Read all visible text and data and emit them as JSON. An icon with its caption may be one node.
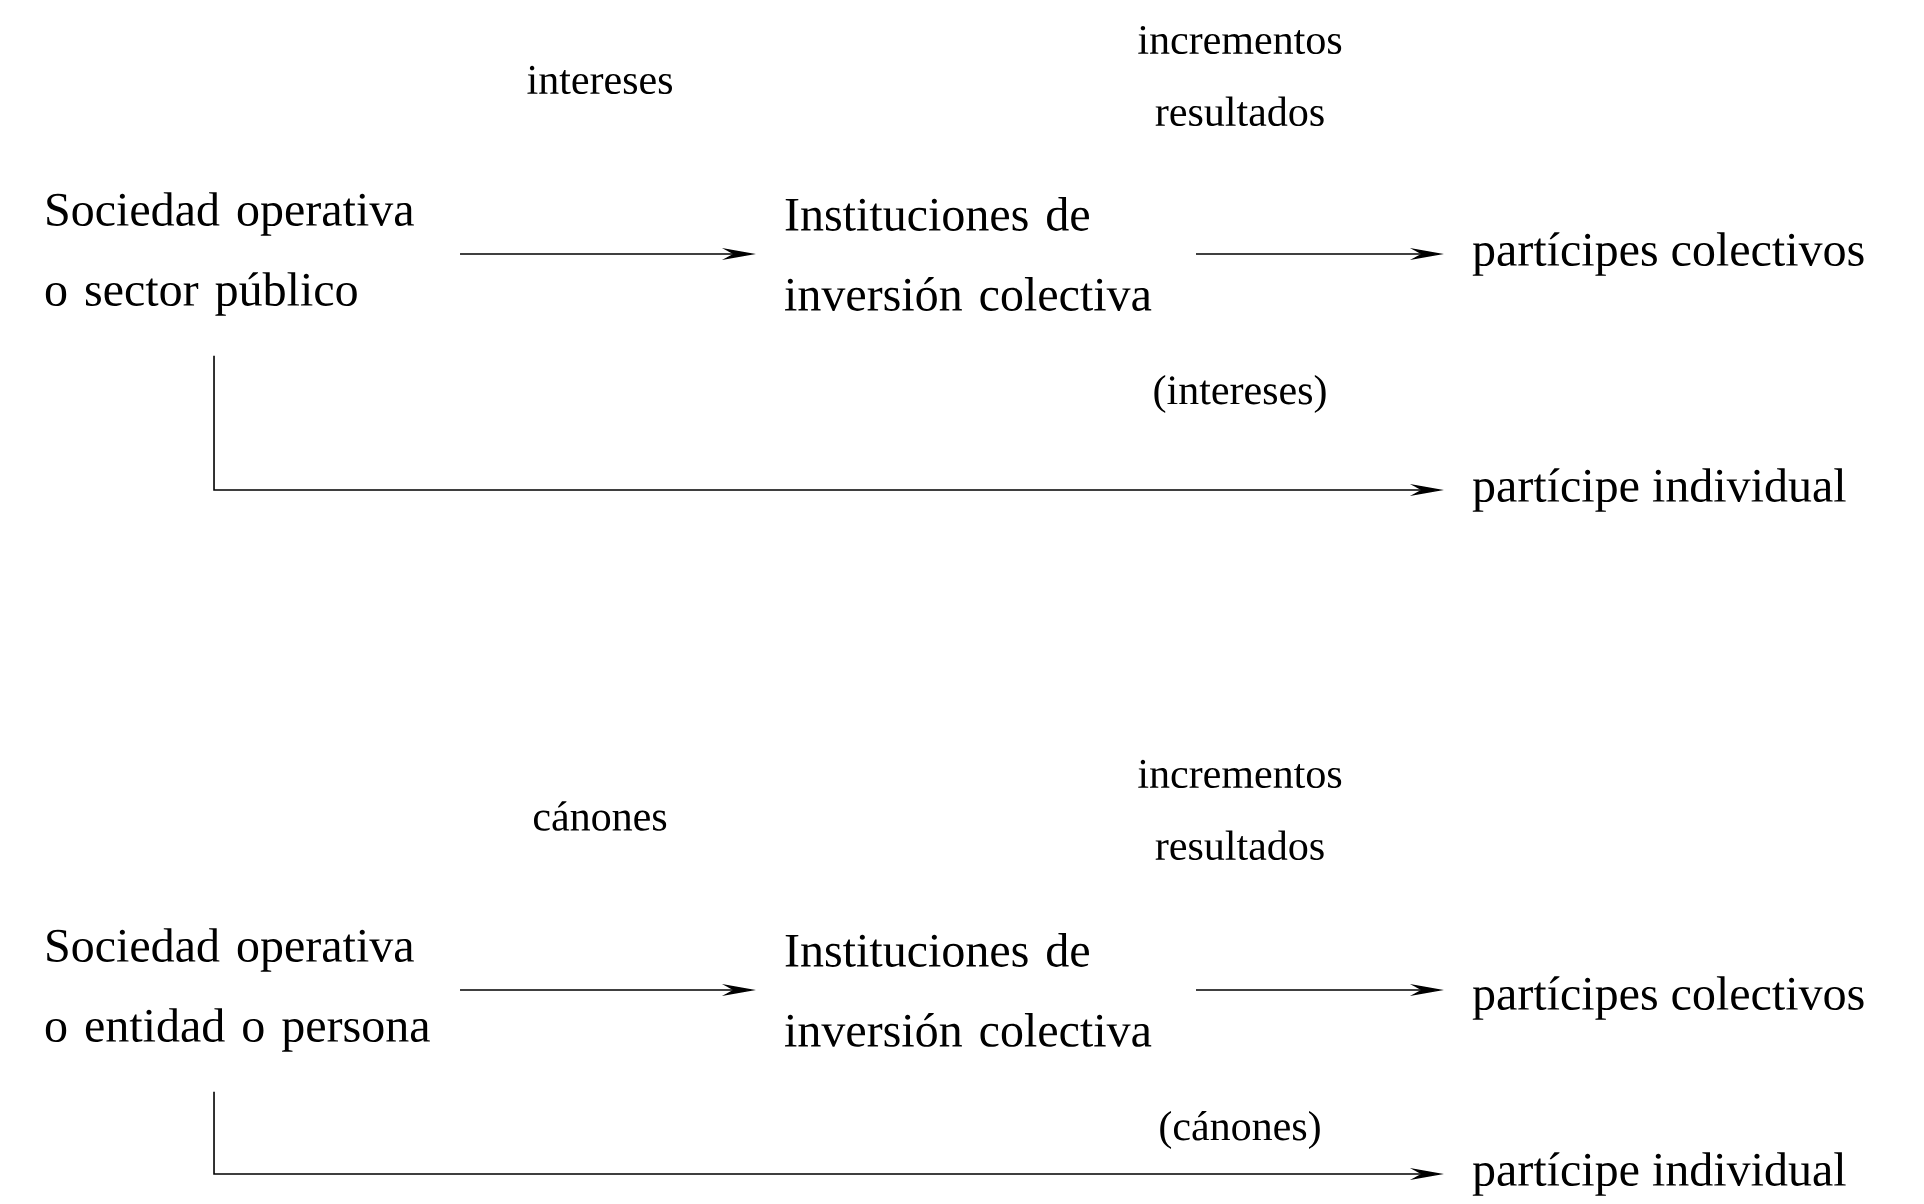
{
  "diagram": {
    "nodes": [
      {
        "text": [
          "Sociedad operativa o sector público"
        ]
      },
      {
        "text": [
          "Instituciones de inversión colectiva"
        ]
      },
      {
        "text": [
          "partícipes colectivos"
        ]
      },
      {
        "text": [
          "partícipe individual"
        ]
      },
      {
        "text": [
          "Sociedad operativa o entidad o persona"
        ]
      },
      {
        "text": [
          "Instituciones de inversión colectiva"
        ]
      },
      {
        "text": [
          "partícipes colectivos"
        ]
      },
      {
        "text": [
          "partícipe individual"
        ]
      }
    ],
    "edges": [
      {
        "from": 0,
        "to": 1,
        "arrow": "to",
        "label": "intereses"
      },
      {
        "from": 1,
        "to": 2,
        "arrow": "to",
        "label": "incrementos resultados"
      },
      {
        "from": 0,
        "to": 3,
        "arrow": "to",
        "label": "(intereses)"
      },
      {
        "from": 4,
        "to": 5,
        "arrow": "to",
        "label": "cánones"
      },
      {
        "from": 5,
        "to": 6,
        "arrow": "to",
        "label": "incrementos resultados"
      },
      {
        "from": 4,
        "to": 7,
        "arrow": "to",
        "label": "(cánones)"
      }
    ]
  }
}
